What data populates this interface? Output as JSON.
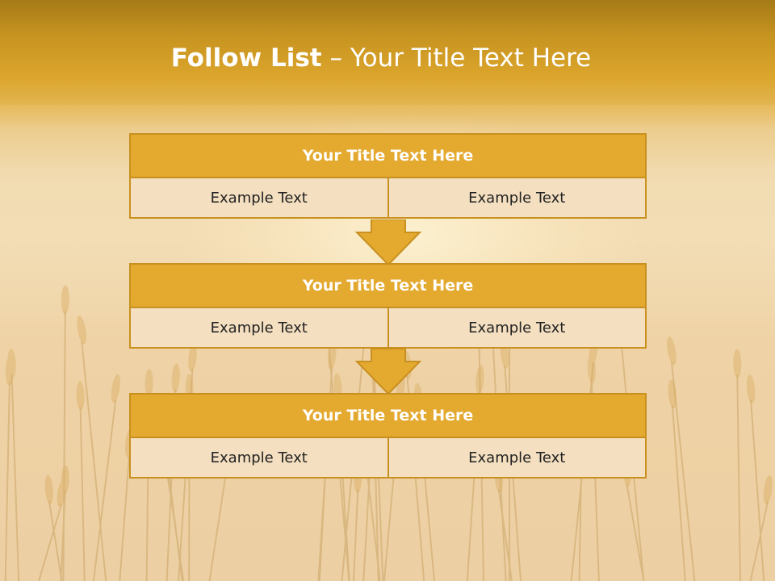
{
  "title": {
    "bold": "Follow List",
    "rest": " – Your Title Text Here"
  },
  "blocks": [
    {
      "title": "Your Title Text Here",
      "left": "Example Text",
      "right": "Example Text"
    },
    {
      "title": "Your Title Text Here",
      "left": "Example Text",
      "right": "Example Text"
    },
    {
      "title": "Your Title Text Here",
      "left": "Example Text",
      "right": "Example Text"
    }
  ],
  "colors": {
    "header": "#e4a92f",
    "border": "#c8901f",
    "cell": "#f4dfc0",
    "arrow": "#e4a92f"
  },
  "icons": {
    "connector": "down-arrow-icon",
    "background": "wheat-field-image"
  }
}
